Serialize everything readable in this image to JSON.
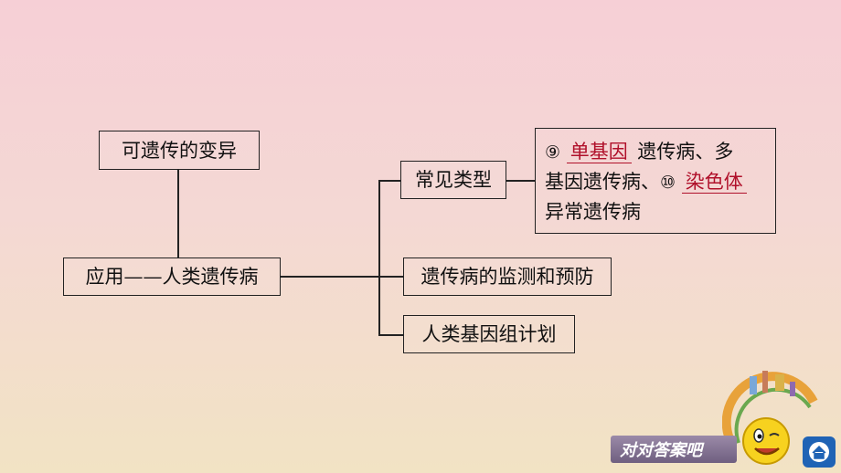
{
  "nodes": {
    "heritable_variation": "可遗传的变异",
    "application": "应用——人类遗传病",
    "common_types": "常见类型",
    "monitoring_prevention": "遗传病的监测和预防",
    "genome_project": "人类基因组计划"
  },
  "answer_box": {
    "marker_9": "⑨",
    "answer_9": "单基因",
    "text_1": "遗传病、多",
    "text_2": "基因遗传病、",
    "marker_10": "⑩",
    "answer_10": "染色体",
    "text_3": "异常遗传病"
  },
  "footer": {
    "check_answers_label": "对对答案吧"
  },
  "colors": {
    "answer": "#b0102a",
    "button": "#7a6a8c",
    "home": "#1f63b5"
  },
  "icons": [
    "smiley-icon",
    "home-icon",
    "decoration-globe-icon"
  ]
}
